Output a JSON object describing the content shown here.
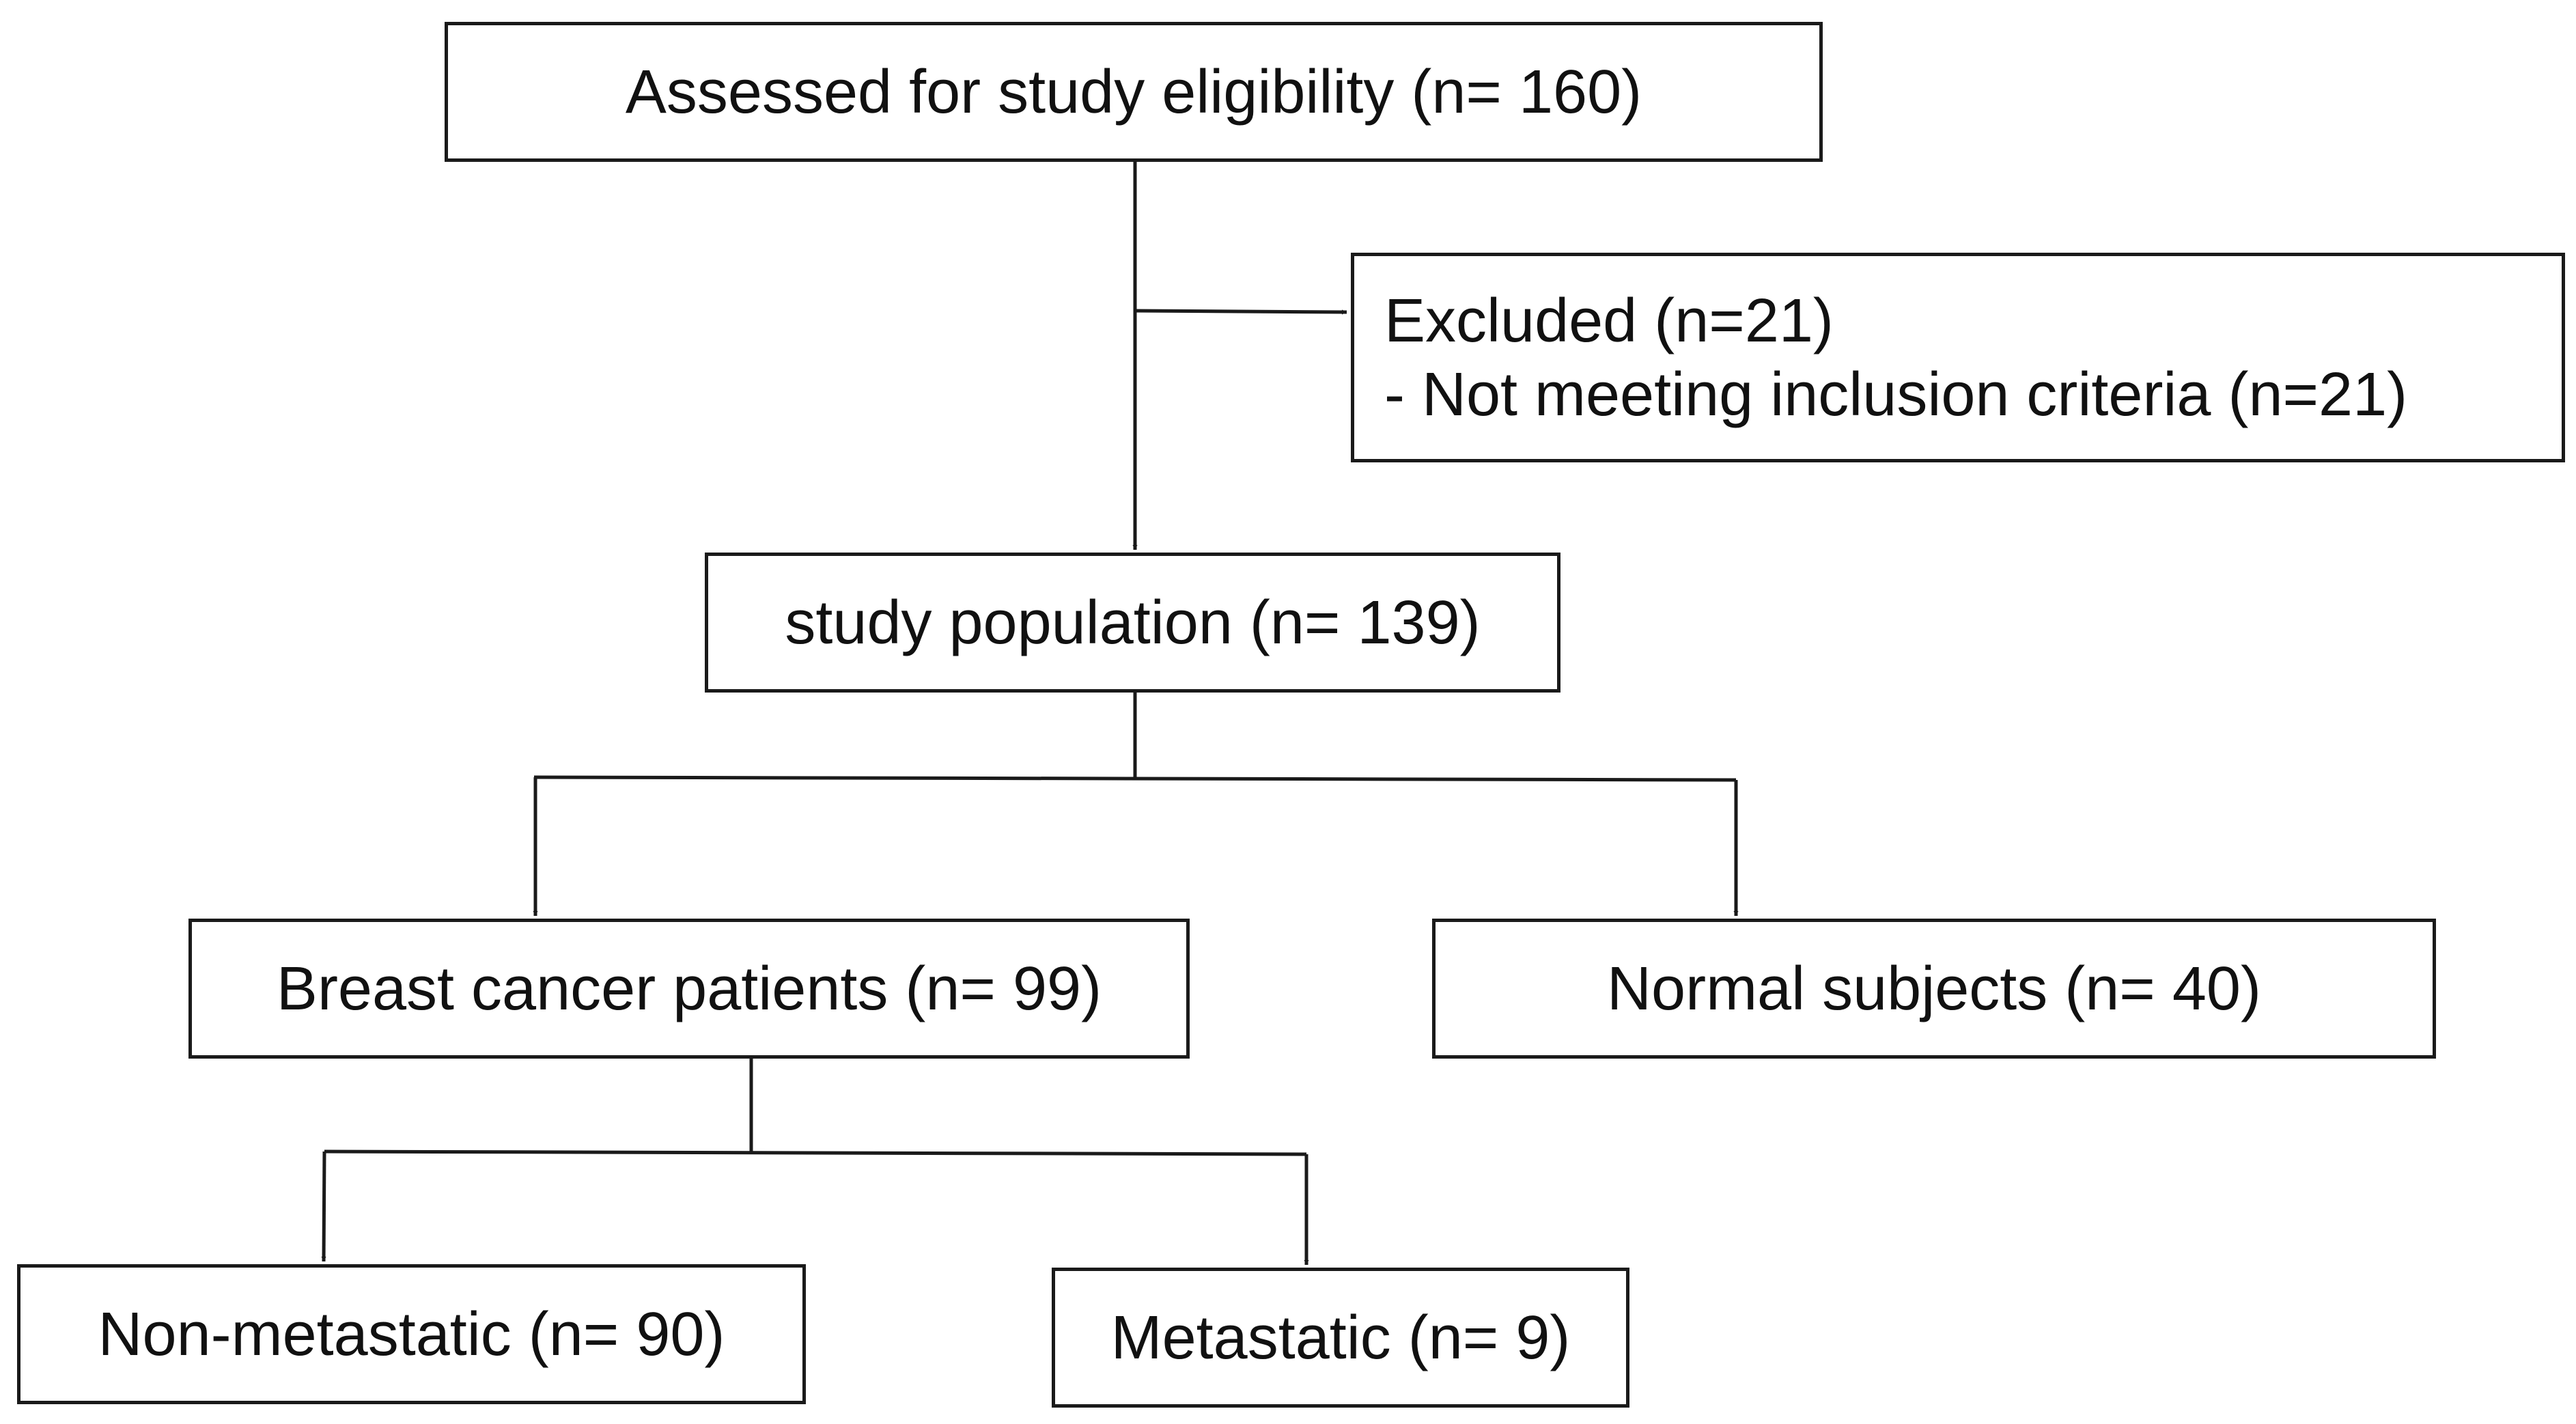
{
  "flowchart": {
    "assessed": {
      "label": "Assessed for study eligibility (n= 160)"
    },
    "excluded": {
      "title": "Excluded (n=21)",
      "detail": "- Not meeting inclusion criteria (n=21)"
    },
    "population": {
      "label": "study population (n= 139)"
    },
    "breast_cancer": {
      "label": "Breast cancer patients (n= 99)"
    },
    "normal": {
      "label": "Normal subjects (n= 40)"
    },
    "non_metastatic": {
      "label": "Non-metastatic (n= 90)"
    },
    "metastatic": {
      "label": "Metastatic (n= 9)"
    }
  },
  "colors": {
    "line": "#1a1a1a",
    "box_border": "#1a1a1a",
    "background": "#ffffff",
    "text": "#111111"
  }
}
